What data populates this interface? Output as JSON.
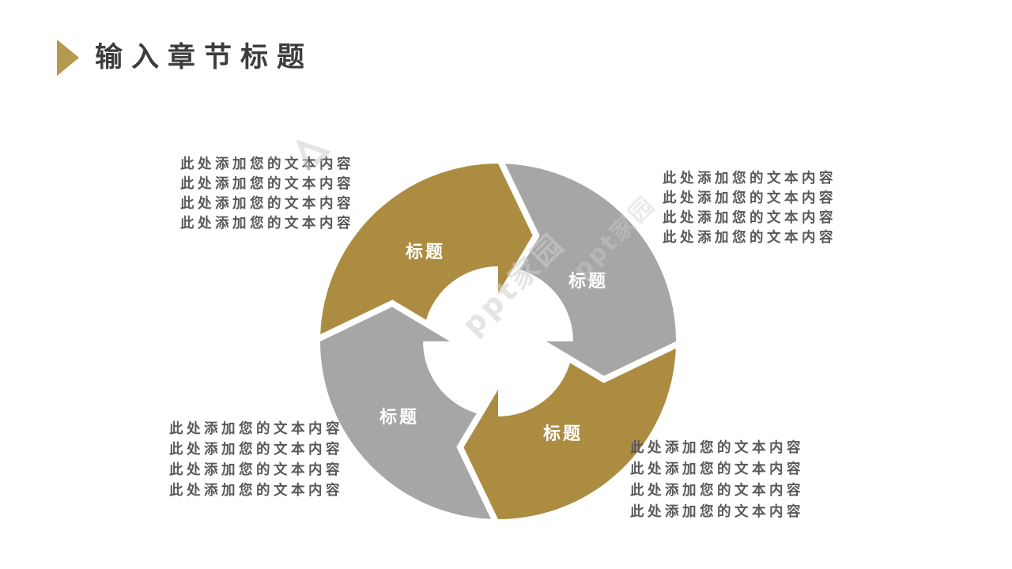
{
  "header": {
    "title": "输入章节标题"
  },
  "diagram": {
    "colors": {
      "gold": "#AC8C40",
      "gray": "#A6A6A6",
      "bullet_gold": "#B5994F",
      "title_text": "#3D3D3D",
      "body_text": "#595959",
      "label_text": "#FFFFFF"
    },
    "segments": [
      {
        "label": "标题",
        "color": "gold",
        "position": "top-left"
      },
      {
        "label": "标题",
        "color": "gray",
        "position": "top-right"
      },
      {
        "label": "标题",
        "color": "gold",
        "position": "bottom-right"
      },
      {
        "label": "标题",
        "color": "gray",
        "position": "bottom-left"
      }
    ]
  },
  "text_blocks": [
    {
      "position": "top-left",
      "lines": [
        "此处添加您的文本内容",
        "此处添加您的文本内容",
        "此处添加您的文本内容",
        "此处添加您的文本内容"
      ]
    },
    {
      "position": "top-right",
      "lines": [
        "此处添加您的文本内容",
        "此处添加您的文本内容",
        "此处添加您的文本内容",
        "此处添加您的文本内容"
      ]
    },
    {
      "position": "bottom-left",
      "lines": [
        "此处添加您的文本内容",
        "此处添加您的文本内容",
        "此处添加您的文本内容",
        "此处添加您的文本内容"
      ]
    },
    {
      "position": "bottom-right",
      "lines": [
        "此处添加您的文本内容",
        "此处添加您的文本内容",
        "此处添加您的文本内容",
        "此处添加您的文本内容"
      ]
    }
  ],
  "watermark": {
    "text": "ppt家园"
  }
}
